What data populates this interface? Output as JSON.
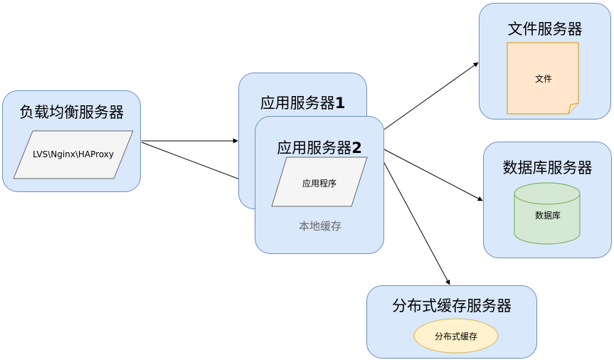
{
  "nodes": {
    "load_balancer": {
      "title": "负载均衡服务器",
      "software": "LVS\\Nginx\\HAProxy"
    },
    "app_server_1": {
      "title_text": "应用服务器",
      "title_num": "1"
    },
    "app_server_2": {
      "title_text": "应用服务器",
      "title_num": "2",
      "program": "应用程序",
      "local_cache": "本地缓存"
    },
    "file_server": {
      "title": "文件服务器",
      "document": "文件"
    },
    "db_server": {
      "title": "数据库服务器",
      "database": "数据库"
    },
    "dist_cache_server": {
      "title": "分布式缓存服务器",
      "cache": "分布式缓存"
    }
  },
  "edges": [
    {
      "from": "load_balancer",
      "to": "app_server_1"
    },
    {
      "from": "load_balancer",
      "to": "app_server_2"
    },
    {
      "from": "app_server_2",
      "to": "file_server"
    },
    {
      "from": "app_server_2",
      "to": "db_server"
    },
    {
      "from": "app_server_2",
      "to": "dist_cache_server"
    }
  ],
  "colors": {
    "container_fill": "#dae8fc",
    "container_stroke": "#6c8ebf",
    "shape_fill": "#f5f5f5",
    "shape_stroke": "#666666",
    "doc_fill": "#ffe6cc",
    "doc_stroke": "#d79b00",
    "db_fill": "#d5e8d4",
    "db_stroke": "#82b366",
    "cache_fill": "#fff2cc",
    "cache_stroke": "#d6b656"
  }
}
